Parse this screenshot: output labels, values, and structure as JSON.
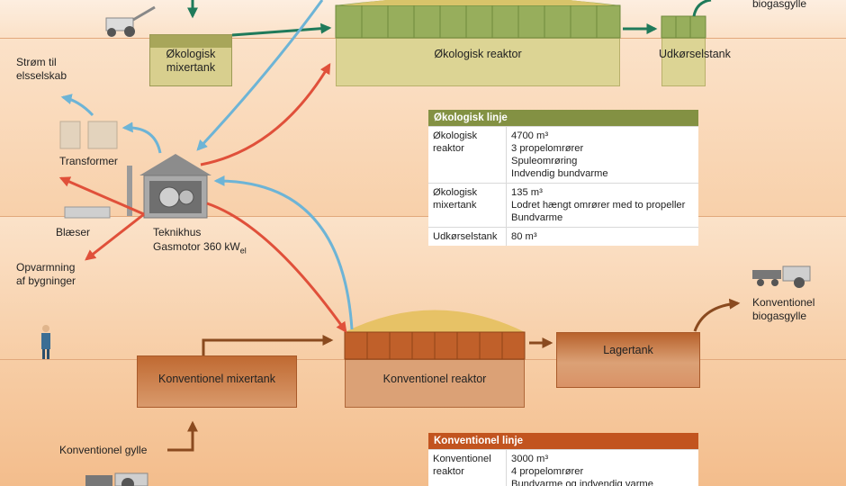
{
  "labels": {
    "eco_biogas": "biogasgylle",
    "eco_mixer": "Økologisk\nmixertank",
    "eco_reactor": "Økologisk reaktor",
    "eco_export": "Udkørselstank",
    "power": "Strøm til\nelsselskab",
    "transformer": "Transformer",
    "blower": "Blæser",
    "tech_house": "Teknikhus",
    "gas_motor": "Gasmotor 360 kW",
    "gas_motor_sub": "el",
    "heating": "Opvarmning\naf bygninger",
    "conv_biogas": "Konventionel\nbiogasgylle",
    "conv_mixer": "Konventionel mixertank",
    "conv_reactor": "Konventionel reaktor",
    "storage": "Lagertank",
    "conv_slurry": "Konventionel gylle"
  },
  "eco_table": {
    "title": "Økologisk linje",
    "rows": [
      {
        "name": "Økologisk\nreaktor",
        "lines": [
          "4700 m³",
          "3 propelomrører",
          "Spuleomrøring",
          "Indvendig bundvarme"
        ]
      },
      {
        "name": "Økologisk\nmixertank",
        "lines": [
          "135 m³",
          "Lodret hængt omrører med to propeller",
          "Bundvarme"
        ]
      },
      {
        "name": "Udkørselstank",
        "lines": [
          "80 m³"
        ]
      }
    ]
  },
  "conv_table": {
    "title": "Konventionel linje",
    "rows": [
      {
        "name": "Konventionel\nreaktor",
        "lines": [
          "3000 m³",
          "4 propelomrører",
          "Bundvarme og indvendig varme"
        ]
      }
    ]
  },
  "colors": {
    "green_flow": "#1f7a5a",
    "blue_flow": "#6db4d6",
    "red_flow": "#e0503a",
    "brown_flow": "#8a4a1f",
    "eco_tank": "#c6c07a",
    "conv_tank": "#c8743a"
  }
}
